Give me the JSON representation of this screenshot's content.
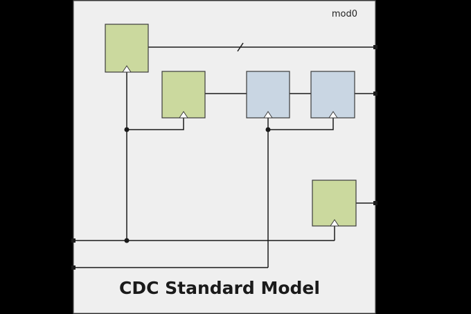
{
  "diagram": {
    "module_label": "mod0",
    "caption": "CDC Standard Model",
    "colors": {
      "background": "#000000",
      "panel_fill": "#efefef",
      "panel_border": "#555555",
      "green_ff_fill": "#cbd99e",
      "blue_ff_fill": "#c9d6e3",
      "ff_border": "#3a3a3a",
      "wire": "#1a1a1a"
    },
    "flip_flops": [
      {
        "id": "ff-green-1",
        "domain": "green"
      },
      {
        "id": "ff-green-2",
        "domain": "green"
      },
      {
        "id": "ff-blue-1",
        "domain": "blue"
      },
      {
        "id": "ff-blue-2",
        "domain": "blue"
      },
      {
        "id": "ff-green-3",
        "domain": "green"
      }
    ],
    "ports": {
      "inputs": [
        "clk-a-input",
        "clk-b-input"
      ],
      "outputs": [
        "bus-output",
        "sync-output",
        "green-output"
      ]
    }
  }
}
